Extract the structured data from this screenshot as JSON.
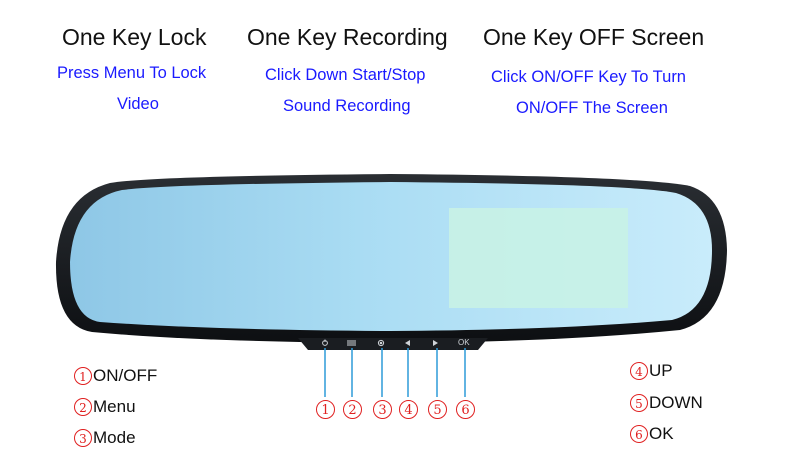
{
  "features": [
    {
      "title": "One Key Lock",
      "lines": [
        "Press Menu To Lock",
        "Video"
      ]
    },
    {
      "title": "One Key Recording",
      "lines": [
        "Click Down Start/Stop",
        "Sound Recording"
      ]
    },
    {
      "title": "One Key OFF Screen",
      "lines": [
        "Click ON/OFF Key To Turn",
        "ON/OFF The Screen"
      ]
    }
  ],
  "callouts": [
    "1",
    "2",
    "3",
    "4",
    "5",
    "6"
  ],
  "buttons": [
    {
      "icon": "power-icon"
    },
    {
      "icon": "menu-icon"
    },
    {
      "icon": "mode-icon"
    },
    {
      "icon": "up-arrow-icon"
    },
    {
      "icon": "down-arrow-icon"
    },
    {
      "icon": "ok-icon",
      "label": "OK"
    }
  ],
  "legend": [
    {
      "num": "1",
      "label": "ON/OFF"
    },
    {
      "num": "2",
      "label": "Menu"
    },
    {
      "num": "3",
      "label": "Mode"
    },
    {
      "num": "4",
      "label": "UP"
    },
    {
      "num": "5",
      "label": "DOWN"
    },
    {
      "num": "6",
      "label": "OK"
    }
  ],
  "colors": {
    "accent_text": "#1a1aff",
    "callout": "#e02020",
    "mirror_glass": "#a8d8f0",
    "screen": "#c8f0e4"
  }
}
